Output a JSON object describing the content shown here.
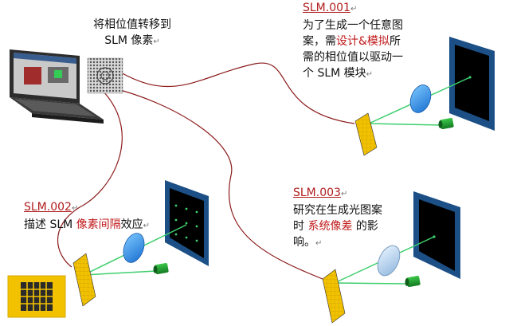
{
  "header": {
    "line1": "将相位值转移到",
    "line2": "SLM 像素"
  },
  "slm001": {
    "code": "SLM.001",
    "l1": "为了生成一个任意图",
    "l2_a": "案，需",
    "l2_hl": "设计&模拟",
    "l2_b": "所",
    "l3": "需的相位值以驱动一",
    "l4": "个 SLM 模块"
  },
  "slm002": {
    "code": "SLM.002",
    "l1_a": "描述 SLM ",
    "l1_hl": "像素间隔",
    "l1_b": "效应"
  },
  "slm003": {
    "code": "SLM.003",
    "l1": "研究在生成光图案",
    "l2_a": "时 ",
    "l2_hl": "系统像差",
    "l2_b": " 的影",
    "l3": "响。"
  },
  "return_mark": "↵",
  "colors": {
    "accent_red": "#b11c1c",
    "curve": "#8b1a1a",
    "beam": "#3ecf6e",
    "slm_yellow": "#f2c200",
    "screen_frame": "#1b4f86",
    "lens": "#2f8fe0"
  }
}
